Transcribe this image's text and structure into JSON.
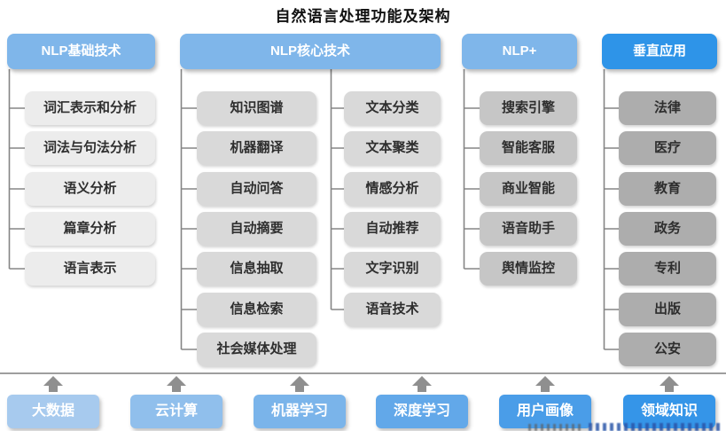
{
  "title": "自然语言处理功能及架构",
  "columns": [
    {
      "header": "NLP基础技术",
      "items": [
        "词汇表示和分析",
        "词法与句法分析",
        "语义分析",
        "篇章分析",
        "语言表示"
      ]
    },
    {
      "header": "NLP核心技术",
      "items_left": [
        "知识图谱",
        "机器翻译",
        "自动问答",
        "自动摘要",
        "信息抽取",
        "信息检索",
        "社会媒体处理"
      ],
      "items_right": [
        "文本分类",
        "文本聚类",
        "情感分析",
        "自动推荐",
        "文字识别",
        "语音技术"
      ]
    },
    {
      "header": "NLP+",
      "items": [
        "搜索引擎",
        "智能客服",
        "商业智能",
        "语音助手",
        "舆情监控"
      ]
    },
    {
      "header": "垂直应用",
      "items": [
        "法律",
        "医疗",
        "教育",
        "政务",
        "专利",
        "出版",
        "公安"
      ]
    }
  ],
  "foundation_layer": [
    "大数据",
    "云计算",
    "机器学习",
    "深度学习",
    "用户画像",
    "领域知识"
  ],
  "icons": {
    "up_arrow": "▲"
  },
  "colors": {
    "header_blue": "#7fb6ea",
    "header_blue_accent": "#2e94e8",
    "tier_grays": [
      "#ececec",
      "#d9d9d9",
      "#c6c6c6",
      "#adadad"
    ],
    "foundation_blues": [
      "#a7caee",
      "#90bfec",
      "#7ab4ea",
      "#62a8e9",
      "#4a9de8",
      "#3595e8"
    ],
    "connector_gray": "#858585"
  }
}
